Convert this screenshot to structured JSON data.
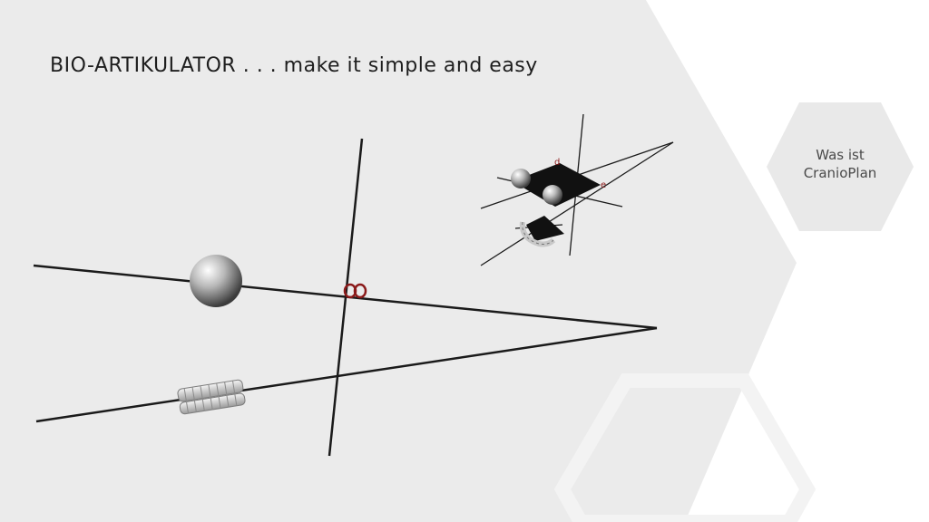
{
  "slide": {
    "title": "BIO-ARTIKULATOR . . . make it simple and easy"
  },
  "nav_button": {
    "line1": "Was ist",
    "line2": "CranioPlan"
  },
  "colors": {
    "panel_gray": "#ebebeb",
    "hex_button": "#e9e9e9",
    "outline_hex": "#f4f4f4",
    "lines": "#1a1a1a",
    "marker": "#8b1a1a"
  },
  "diagram_labels": {
    "small_marker_a": "d",
    "small_marker_b": "e"
  }
}
